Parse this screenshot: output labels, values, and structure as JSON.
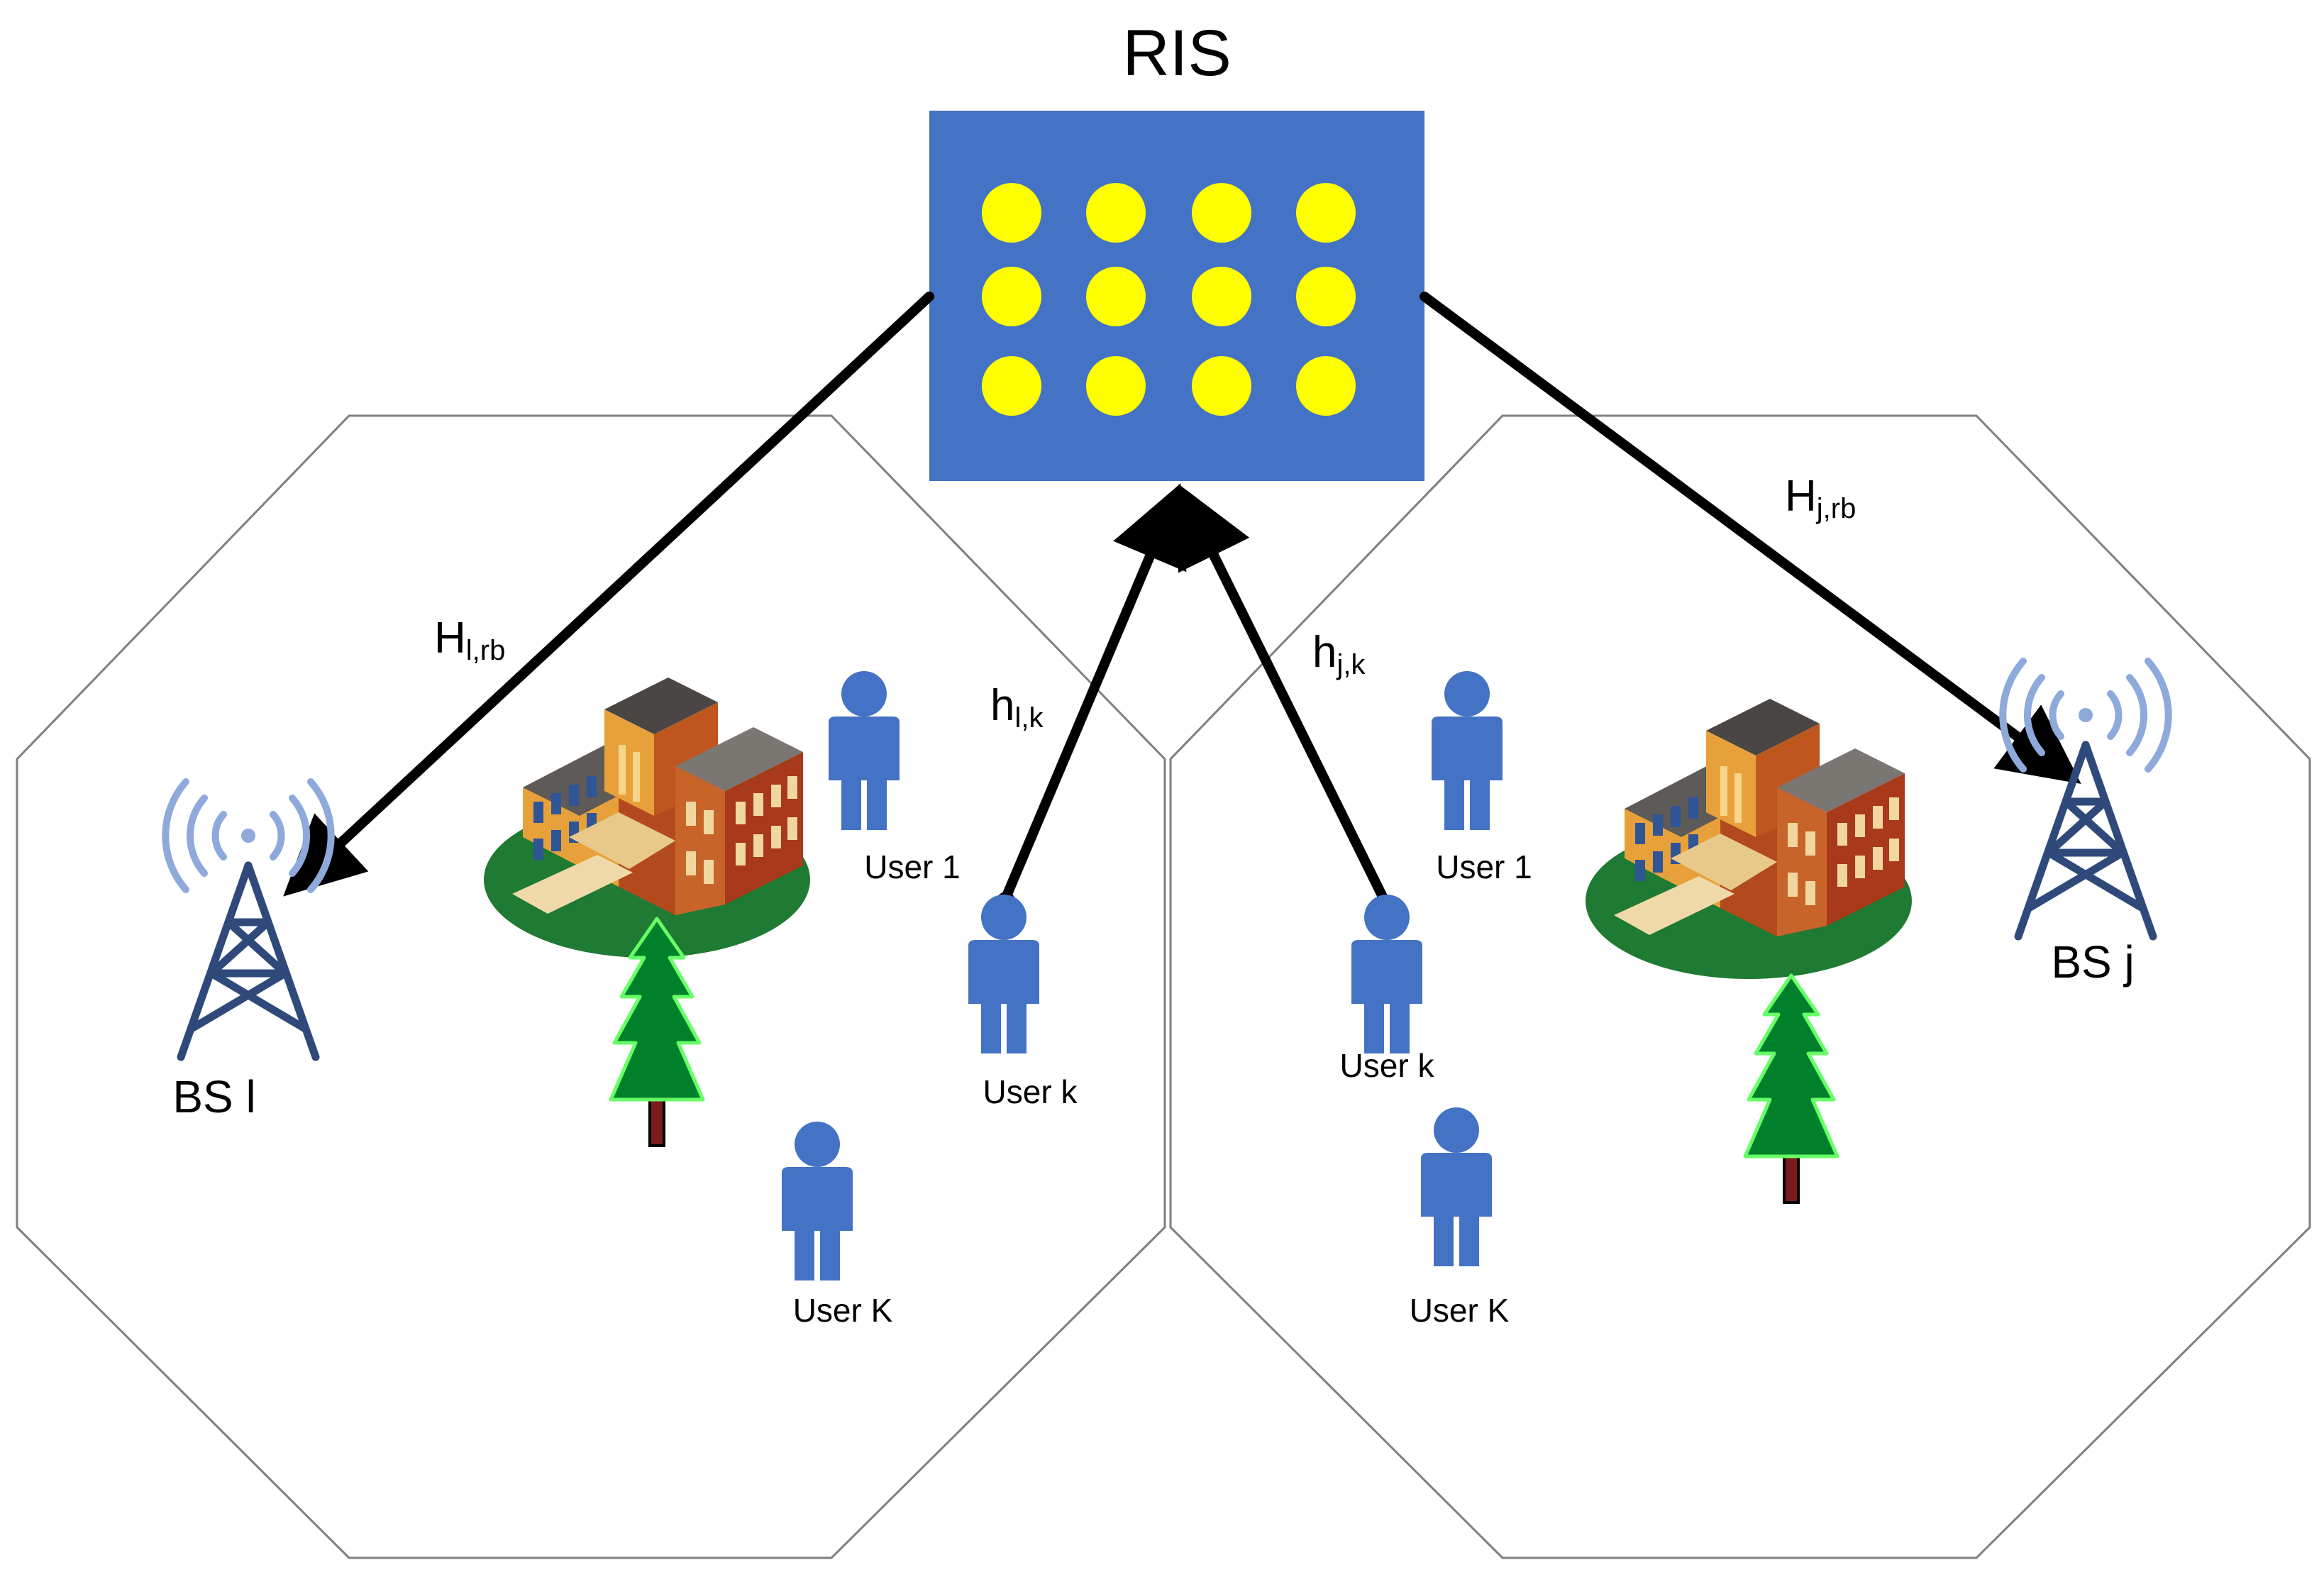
{
  "ris": {
    "label": "RIS",
    "color": "#4472C4",
    "element_color": "#FFFF00"
  },
  "cells": [
    {
      "bs_label": "BS l",
      "users": [
        {
          "label": "User 1"
        },
        {
          "label": "User k"
        },
        {
          "label": "User K"
        }
      ]
    },
    {
      "bs_label": "BS j",
      "users": [
        {
          "label": "User 1"
        },
        {
          "label": "User k"
        },
        {
          "label": "User K"
        }
      ]
    }
  ],
  "channels": {
    "H_l_rb": {
      "main": "H",
      "sub": "l,rb"
    },
    "h_l_k": {
      "main": "h",
      "sub": "l,k"
    },
    "h_j_k": {
      "main": "h",
      "sub": "j,k"
    },
    "H_j_rb": {
      "main": "H",
      "sub": "j,rb"
    }
  },
  "colors": {
    "user": "#4472C4",
    "tower": "#2F4A7A",
    "tower_waves": "#8EA9DB",
    "tree": "#00B050",
    "cell_border": "#7F7F7F"
  },
  "icons": [
    "ris-panel",
    "base-station-tower-icon",
    "user-icon",
    "building-icon",
    "tree-icon"
  ]
}
